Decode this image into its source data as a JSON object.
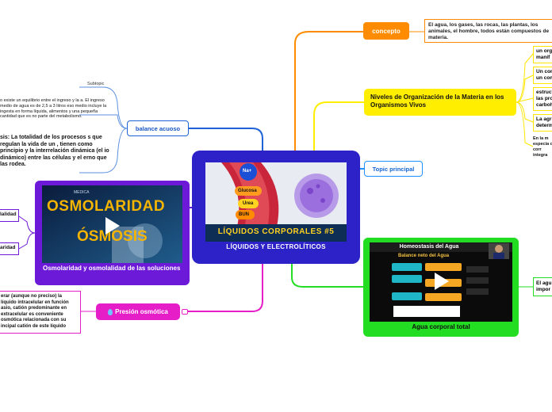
{
  "central": {
    "image_caption": "LÍQUIDOS CORPORALES #5",
    "image_labels": [
      "Na+",
      "Glucosa",
      "Urea",
      "BUN"
    ],
    "title": "LÍQUIDOS Y ELECTROLÍTICOS"
  },
  "concepto": {
    "label": "concepto",
    "text": "El agua, los gases, las rocas, las plantas, los animales, el hombre, todos están compuestos de materia."
  },
  "niveles": {
    "label": "Niveles de Organización de la Materia en los Organismos Vivos",
    "items": [
      "un orga manif",
      "Un com un com",
      "estruct las pro carboh",
      "La agr determ"
    ],
    "footnote": "En la m especia de corr integra"
  },
  "topic_principal": {
    "label": "Topic principal"
  },
  "agua_corporal": {
    "label": "Agua corporal total",
    "video_title": "Homeostasis del Agua",
    "video_subtitle": "Balance neto del Agua",
    "side_text": "El agu impor"
  },
  "balance": {
    "label": "balance acuoso",
    "subtopic": "Subtopic",
    "note": "o existe un equilibrio entre el ingreso y la a. El ingreso medio de agua es de 2,5 a 3 litros eso medio incluye la ingesta en forma líquida, alimentos y una pequeña cantidad que es no parte del metabolismo.",
    "definition": "sis: La totalidad de los procesos s que regulan la vida de un , tienen como principio y la interrelación dinámica (el io dinámico) entre las células y el erno que las rodea."
  },
  "osmolaridad": {
    "label": "Osmolaridad y osmolalidad de las soluciones",
    "image_word_1": "OSMOLARIDAD",
    "image_word_2": "ÓSMOSIS",
    "image_small": "MEDICA",
    "child_1": "lalidad",
    "child_2": "aridad"
  },
  "presion": {
    "label": "Presión osmótica",
    "icon": "droplet-icon",
    "text": "erar (aunque no preciso) la líquido intracelular en función asio, catión predominante en extracelular es conveniente osmótica relacionada con su incipal catión de este líquido"
  },
  "colors": {
    "central": "#2c22c8",
    "concepto": "#ff8c00",
    "niveles": "#ffee00",
    "topic": "#1e90ff",
    "agua": "#22dd22",
    "balance": "#1e63d6",
    "osmolaridad": "#6c19d8",
    "presion": "#e61ec8"
  }
}
